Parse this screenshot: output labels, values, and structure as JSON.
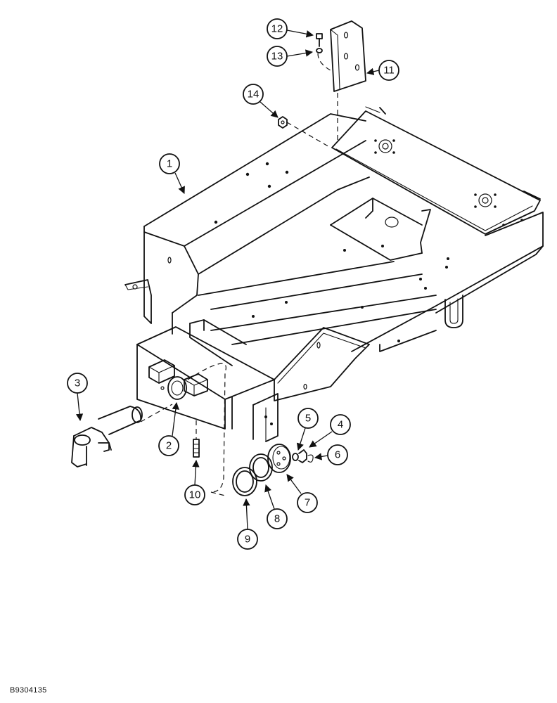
{
  "figure_code": "B9304135",
  "callouts": [
    {
      "label": "1"
    },
    {
      "label": "2"
    },
    {
      "label": "3"
    },
    {
      "label": "4"
    },
    {
      "label": "5"
    },
    {
      "label": "6"
    },
    {
      "label": "7"
    },
    {
      "label": "8"
    },
    {
      "label": "9"
    },
    {
      "label": "10"
    },
    {
      "label": "11"
    },
    {
      "label": "12"
    },
    {
      "label": "13"
    },
    {
      "label": "14"
    }
  ]
}
